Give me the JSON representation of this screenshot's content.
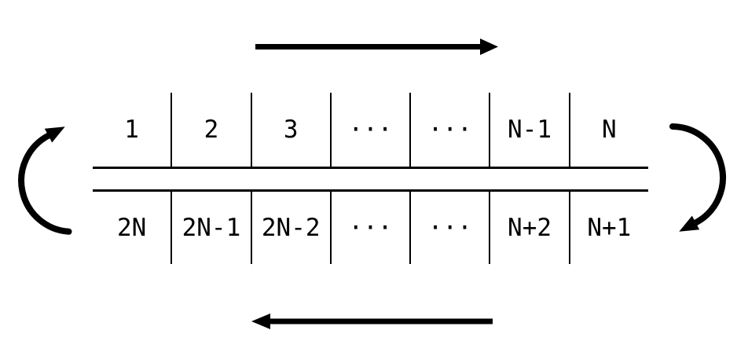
{
  "diagram": {
    "description": "circular-buffer-cells-diagram",
    "rows": {
      "top": {
        "cells": [
          "1",
          "2",
          "3",
          "···",
          "···",
          "N-1",
          "N"
        ]
      },
      "bottom": {
        "cells": [
          "2N",
          "2N-1",
          "2N-2",
          "···",
          "···",
          "N+2",
          "N+1"
        ]
      }
    },
    "arrows": {
      "top": "right-arrow",
      "bottom": "left-arrow",
      "left": "curve-up-right-arrow",
      "right": "curve-down-left-arrow"
    },
    "colors": {
      "line": "#000000",
      "background": "#ffffff"
    }
  }
}
